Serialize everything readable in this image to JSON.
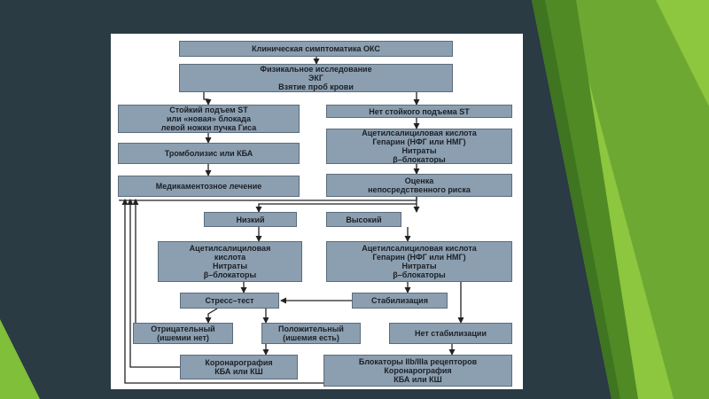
{
  "slide": {
    "background_color": "#2a3b44",
    "accent_colors": [
      "#8dc63f",
      "#6da832",
      "#4f8a25"
    ],
    "panel_color": "#ffffff",
    "box_color": "#8c9fb0"
  },
  "flowchart": {
    "nodes": {
      "clinic": [
        "Клиническая симптоматика ОКС"
      ],
      "exam": [
        "Физикальное исследование",
        "ЭКГ",
        "Взятие проб крови"
      ],
      "st_elev": [
        "Стойкий подъем ST",
        "или «новая» блокада",
        "левой ножки пучка Гиса"
      ],
      "no_st": [
        "Нет стойкого подъема ST"
      ],
      "thromb": [
        "Тромболизис или КБА"
      ],
      "acetyl1": [
        "Ацетилсалициловая кислота",
        "Гепарин (НФГ или НМГ)",
        "Нитраты",
        "β–блокаторы"
      ],
      "med": [
        "Медикаментозное лечение"
      ],
      "risk": [
        "Оценка",
        "непосредственного риска"
      ],
      "low": [
        "Низкий"
      ],
      "high": [
        "Высокий"
      ],
      "acetyl_low": [
        "Ацетилсалициловая",
        "кислота",
        "Нитраты",
        "β–блокаторы"
      ],
      "acetyl_high": [
        "Ацетилсалициловая кислота",
        "Гепарин (НФГ или НМГ)",
        "Нитраты",
        "β–блокаторы"
      ],
      "stress": [
        "Стресс–тест"
      ],
      "stab": [
        "Стабилизация"
      ],
      "neg": [
        "Отрицательный",
        "(ишемии нет)"
      ],
      "pos": [
        "Положительный",
        "(ишемия есть)"
      ],
      "nostab": [
        "Нет стабилизации"
      ],
      "coro": [
        "Коронарография",
        "КБА или КШ"
      ],
      "block": [
        "Блокаторы IIb/IIIa рецепторов",
        "Коронарография",
        "КБА или КШ"
      ]
    }
  }
}
